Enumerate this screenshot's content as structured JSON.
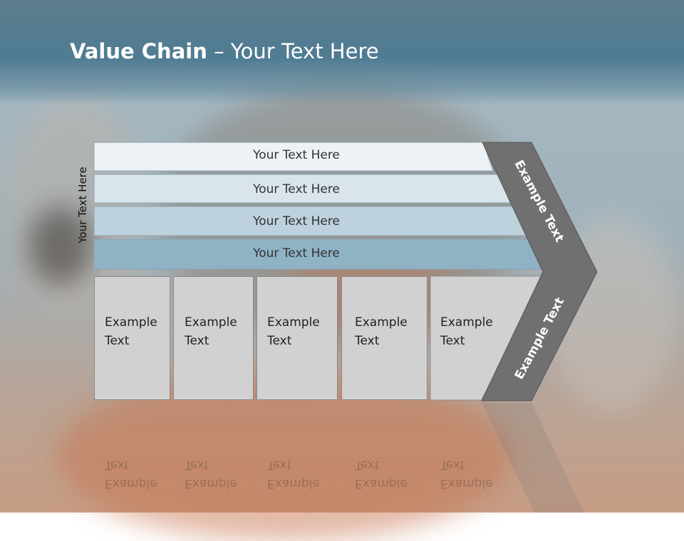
{
  "title": {
    "bold": "Value Chain",
    "rest": " – Your Text Here"
  },
  "side_label": "Your Text Here",
  "rows": [
    {
      "label": "Your Text Here",
      "color": "#edf2f6"
    },
    {
      "label": "Your Text Here",
      "color": "#d9e4eb"
    },
    {
      "label": "Your Text Here",
      "color": "#bdd2dc"
    },
    {
      "label": "Your Text Here",
      "color": "#8fb2c5"
    }
  ],
  "boxes": [
    {
      "line1": "Example",
      "line2": "Text"
    },
    {
      "line1": "Example",
      "line2": "Text"
    },
    {
      "line1": "Example",
      "line2": "Text"
    },
    {
      "line1": "Example",
      "line2": "Text"
    },
    {
      "line1": "Example",
      "line2": "Text"
    }
  ],
  "chevron": {
    "upper_label": "Example Text",
    "lower_label": "Example Text",
    "color": "#707070"
  }
}
